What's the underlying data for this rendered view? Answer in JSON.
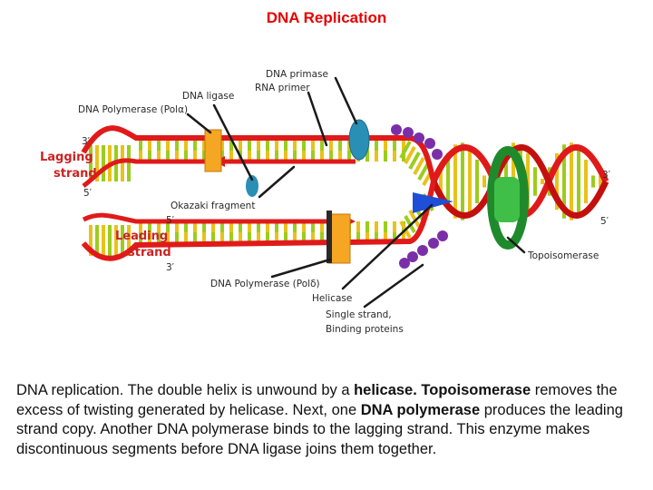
{
  "title": "DNA Replication",
  "labels": {
    "primase_l1": "DNA primase",
    "primase_l2": "RNA primer",
    "ligase": "DNA ligase",
    "pol_alpha": "DNA Polymerase (Polα)",
    "lagging_l1": "Lagging",
    "lagging_l2": "strand",
    "leading_l1": "Leading",
    "leading_l2": "strand",
    "okazaki": "Okazaki fragment",
    "pol_delta": "DNA Polymerase (Polδ)",
    "helicase": "Helicase",
    "ssb_l1": "Single strand,",
    "ssb_l2": "Binding proteins",
    "topo": "Topoisomerase",
    "end_3_lag": "3′",
    "end_5_lag": "5′",
    "end_5_lead": "5′",
    "end_3_lead": "3′",
    "end_3_right": "3′",
    "end_5_right": "5′"
  },
  "caption": {
    "p1": "DNA replication. The double helix is unwound by a ",
    "b1": "helicase.",
    "p2": " ",
    "b2": "Topoisomerase",
    "p3": " removes the excess of twisting generated by helicase. Next, one ",
    "b3": "DNA polymerase",
    "p4": " produces the leading strand copy. Another DNA polymerase binds to the lagging strand. This enzyme makes discontinuous segments before DNA ligase joins them together."
  },
  "colors": {
    "backbone": "#e01a1a",
    "base_green": "#9ccc1c",
    "base_yellow": "#e8c21a",
    "polymerase": "#f5a623",
    "topoisomerase": "#2e9e3a",
    "primase": "#2a8fb5",
    "helicase": "#1f4fd6",
    "ssb": "#7a2fa8"
  }
}
